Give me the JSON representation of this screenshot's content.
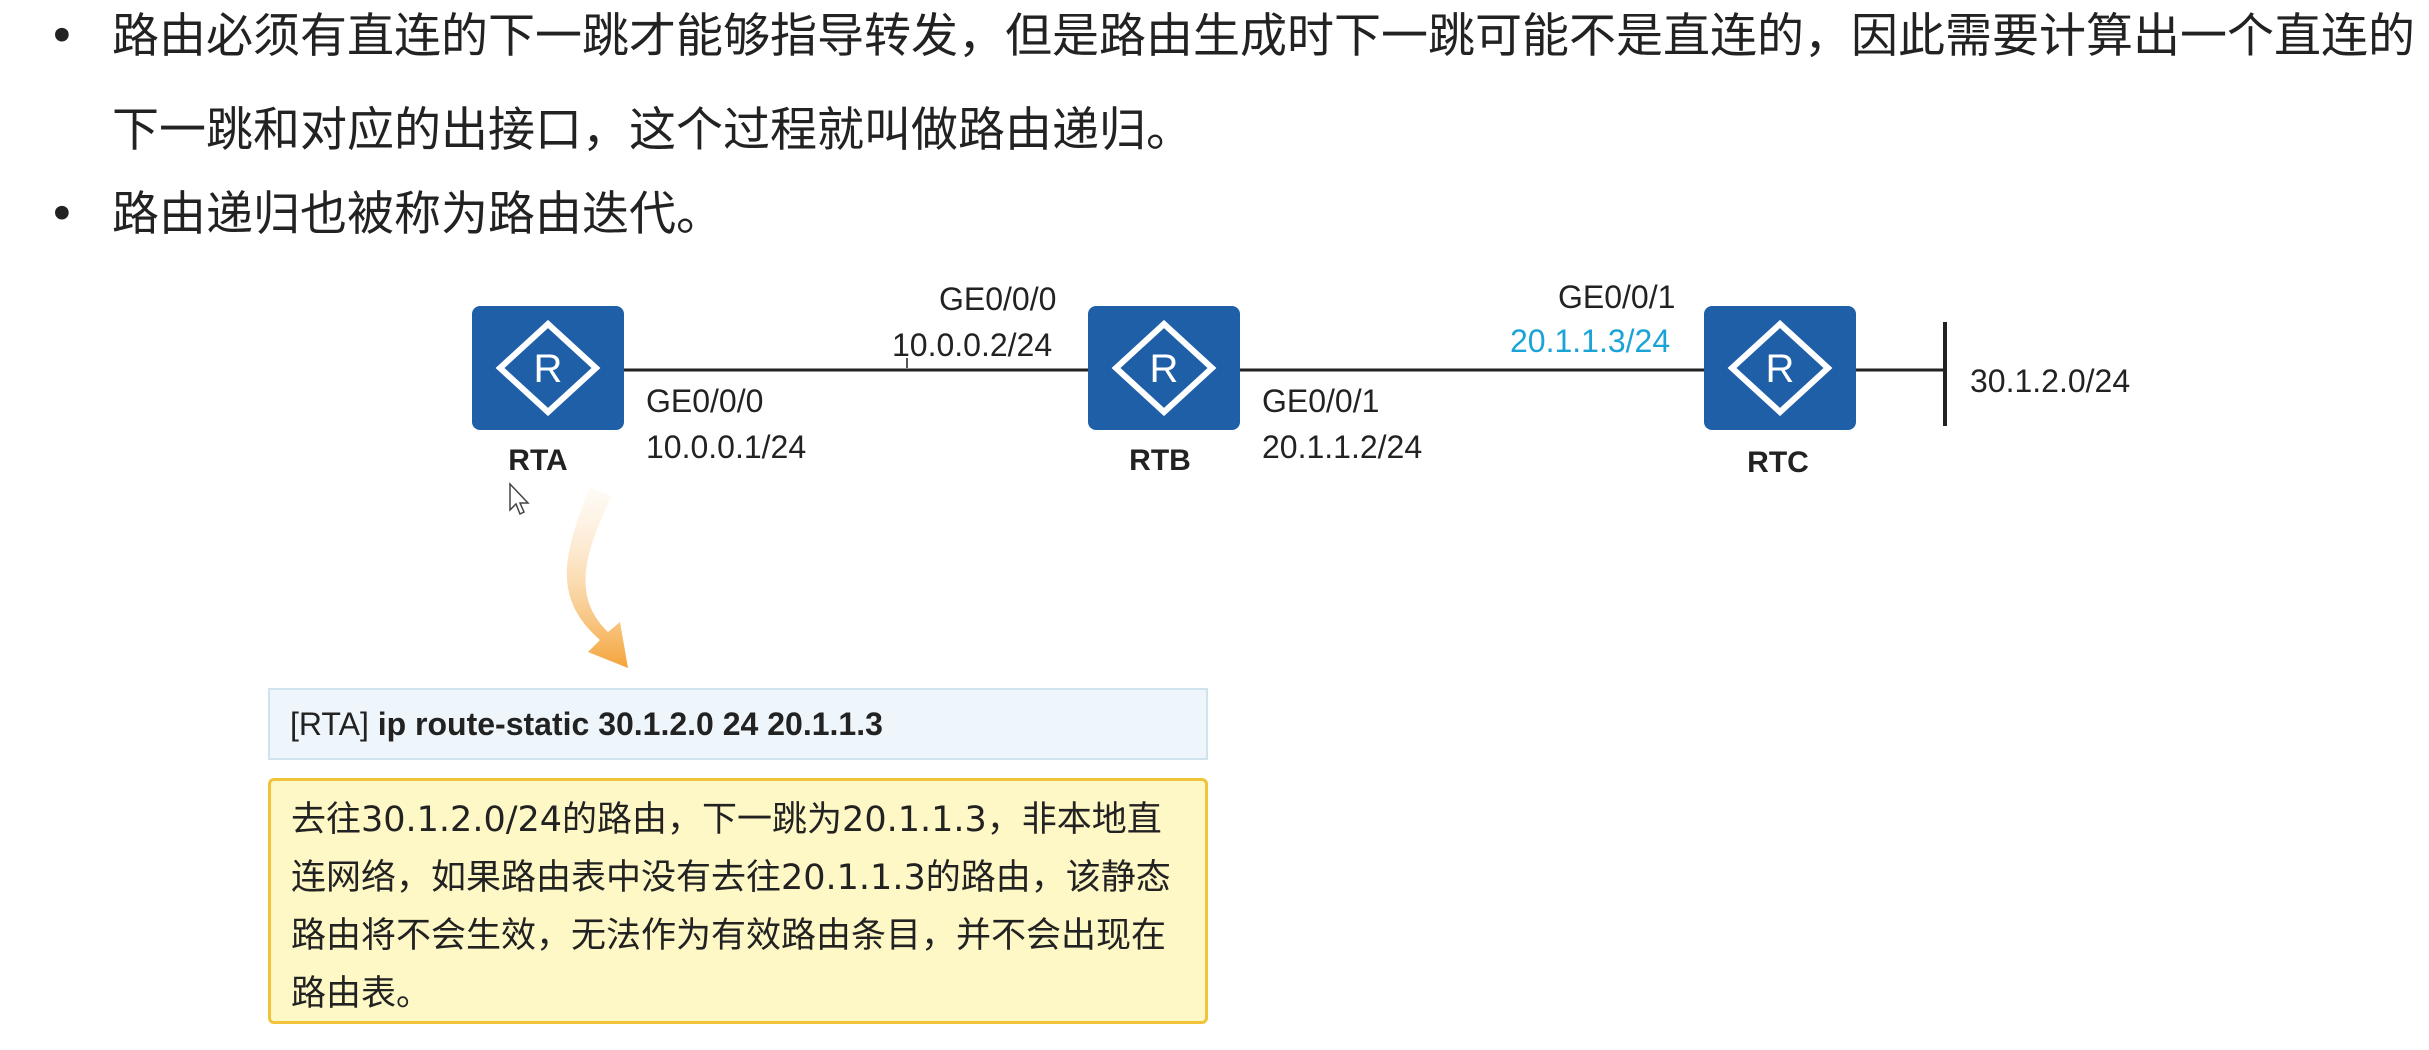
{
  "bullets": [
    "路由必须有直连的下一跳才能够指导转发，但是路由生成时下一跳可能不是直连的，因此需要计算出一个直连的下一跳和对应的出接口，这个过程就叫做路由递归。",
    "路由递归也被称为路由迭代。"
  ],
  "bullet_symbol": "•",
  "routers": {
    "rta": {
      "name": "RTA",
      "icon": "router-icon"
    },
    "rtb": {
      "name": "RTB",
      "icon": "router-icon"
    },
    "rtc": {
      "name": "RTC",
      "icon": "router-icon"
    }
  },
  "interfaces": {
    "rta_ge000_name": "GE0/0/0",
    "rta_ge000_ip": "10.0.0.1/24",
    "rtb_ge000_name": "GE0/0/0",
    "rtb_ge000_ip": "10.0.0.2/24",
    "rtb_ge001_name": "GE0/0/1",
    "rtb_ge001_ip": "20.1.1.2/24",
    "rtc_ge001_name": "GE0/0/1",
    "rtc_ge001_ip": "20.1.1.3/24"
  },
  "network": "30.1.2.0/24",
  "command": {
    "prefix": "[RTA]",
    "text": "ip route-static 30.1.2.0 24 20.1.1.3"
  },
  "note": "去往30.1.2.0/24的路由，下一跳为20.1.1.3，非本地直连网络，如果路由表中没有去往20.1.1.3的路由，该静态路由将不会生效，无法作为有效路由条目，并不会出现在路由表。",
  "colors": {
    "router_fill": "#1f5fa8",
    "highlight_ip": "#1aa3d6",
    "note_bg": "#fdf8c6",
    "note_border": "#f0c43a",
    "cmd_bg": "#eef6fb",
    "arrow": "#f4a43a"
  }
}
